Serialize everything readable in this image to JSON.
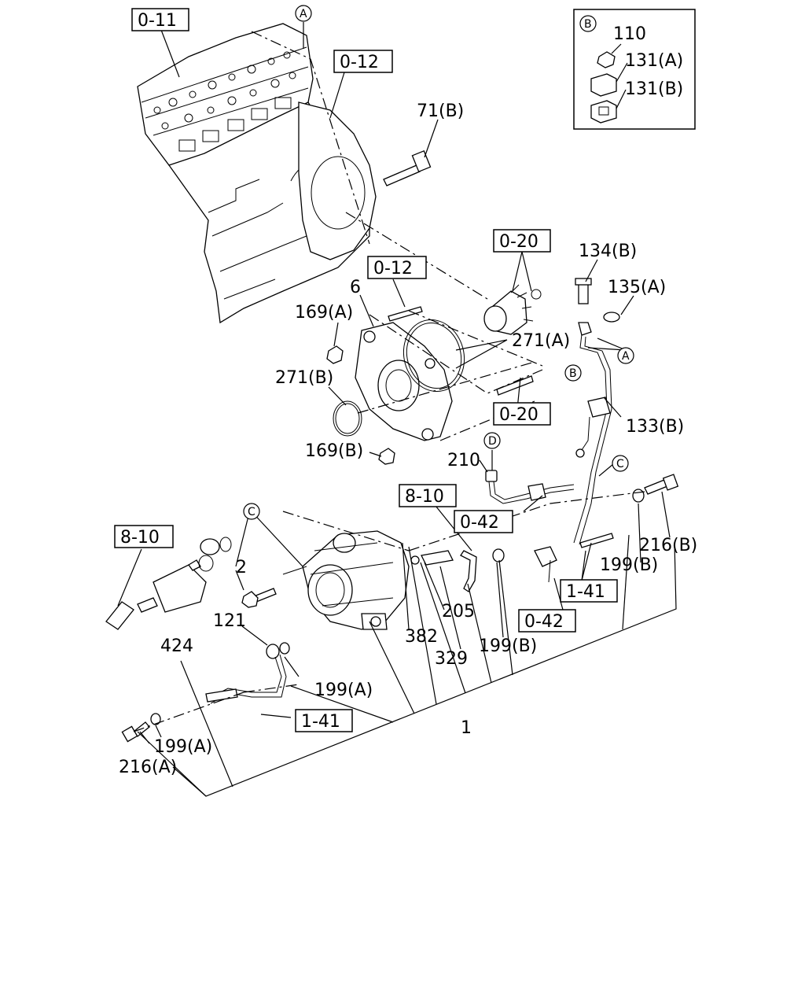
{
  "reference_boxes": {
    "ref_0_11": "0-11",
    "ref_0_12_top": "0-12",
    "ref_0_12_mid": "0-12",
    "ref_0_20_top": "0-20",
    "ref_0_20_mid": "0-20",
    "ref_8_10_right": "8-10",
    "ref_8_10_left": "8-10",
    "ref_0_42_upper": "0-42",
    "ref_0_42_lower": "0-42",
    "ref_1_41_right": "1-41",
    "ref_1_41_left": "1-41"
  },
  "circle_markers": {
    "a_top": "A",
    "a_right": "A",
    "b_inset": "B",
    "b_main": "B",
    "c_right": "C",
    "c_left": "C",
    "d": "D"
  },
  "inset_b": {
    "labels": [
      "110",
      "131(A)",
      "131(B)"
    ]
  },
  "part_labels": {
    "p71b": "71(B)",
    "p134b": "134(B)",
    "p135a": "135(A)",
    "p6": "6",
    "p169a": "169(A)",
    "p271a": "271(A)",
    "p271b": "271(B)",
    "p133b": "133(B)",
    "p169b": "169(B)",
    "p210": "210",
    "p216b": "216(B)",
    "p199b_right": "199(B)",
    "p2": "2",
    "p121": "121",
    "p424": "424",
    "p382": "382",
    "p205": "205",
    "p329": "329",
    "p199b_mid": "199(B)",
    "p199a_mid": "199(A)",
    "p1": "1",
    "p199a_left": "199(A)",
    "p216a": "216(A)"
  }
}
